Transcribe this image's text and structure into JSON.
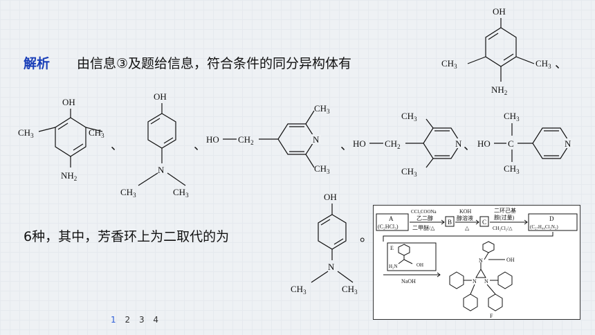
{
  "line1": {
    "label": "解析",
    "text": "由信息③及题给信息，符合条件的同分异构体有"
  },
  "line3": {
    "text": "6种，其中，芳香环上为二取代的为",
    "end": "。"
  },
  "separators": {
    "s1": "、",
    "s2": "、",
    "s3": "、",
    "s4": "、",
    "s5": "、"
  },
  "atoms": {
    "oh": "OH",
    "ch3": "CH",
    "three": "3",
    "nh2": "NH",
    "two": "2",
    "n": "N",
    "ho": "HO",
    "ch2": "CH",
    "c": "C",
    "dash": "—"
  },
  "pagination": [
    "1",
    "2",
    "3",
    "4"
  ],
  "pagination_current": "1",
  "scheme": {
    "a_label": "A",
    "a_formula": "(C₂HCl₃)",
    "reagent1_top": "CCl₃COONa",
    "reagent1_mid": "乙二醇",
    "reagent1_bot": "二甲醚/△",
    "b_label": "B",
    "reagent2_top": "KOH",
    "reagent2_mid": "醇溶液",
    "reagent2_bot": "△",
    "c_label": "C",
    "reagent3_top": "二环己基",
    "reagent3_mid": "胺(过量)",
    "reagent3_bot": "CH₂Cl₂/△",
    "d_label": "D",
    "d_formula": "(C₂₇H₄₄Cl₂N₂)",
    "e_label": "E",
    "e_h2n": "H₂N",
    "e_oh": "OH",
    "naoh": "NaOH",
    "f_label": "F",
    "f_n": "N",
    "f_oh": "OH"
  }
}
